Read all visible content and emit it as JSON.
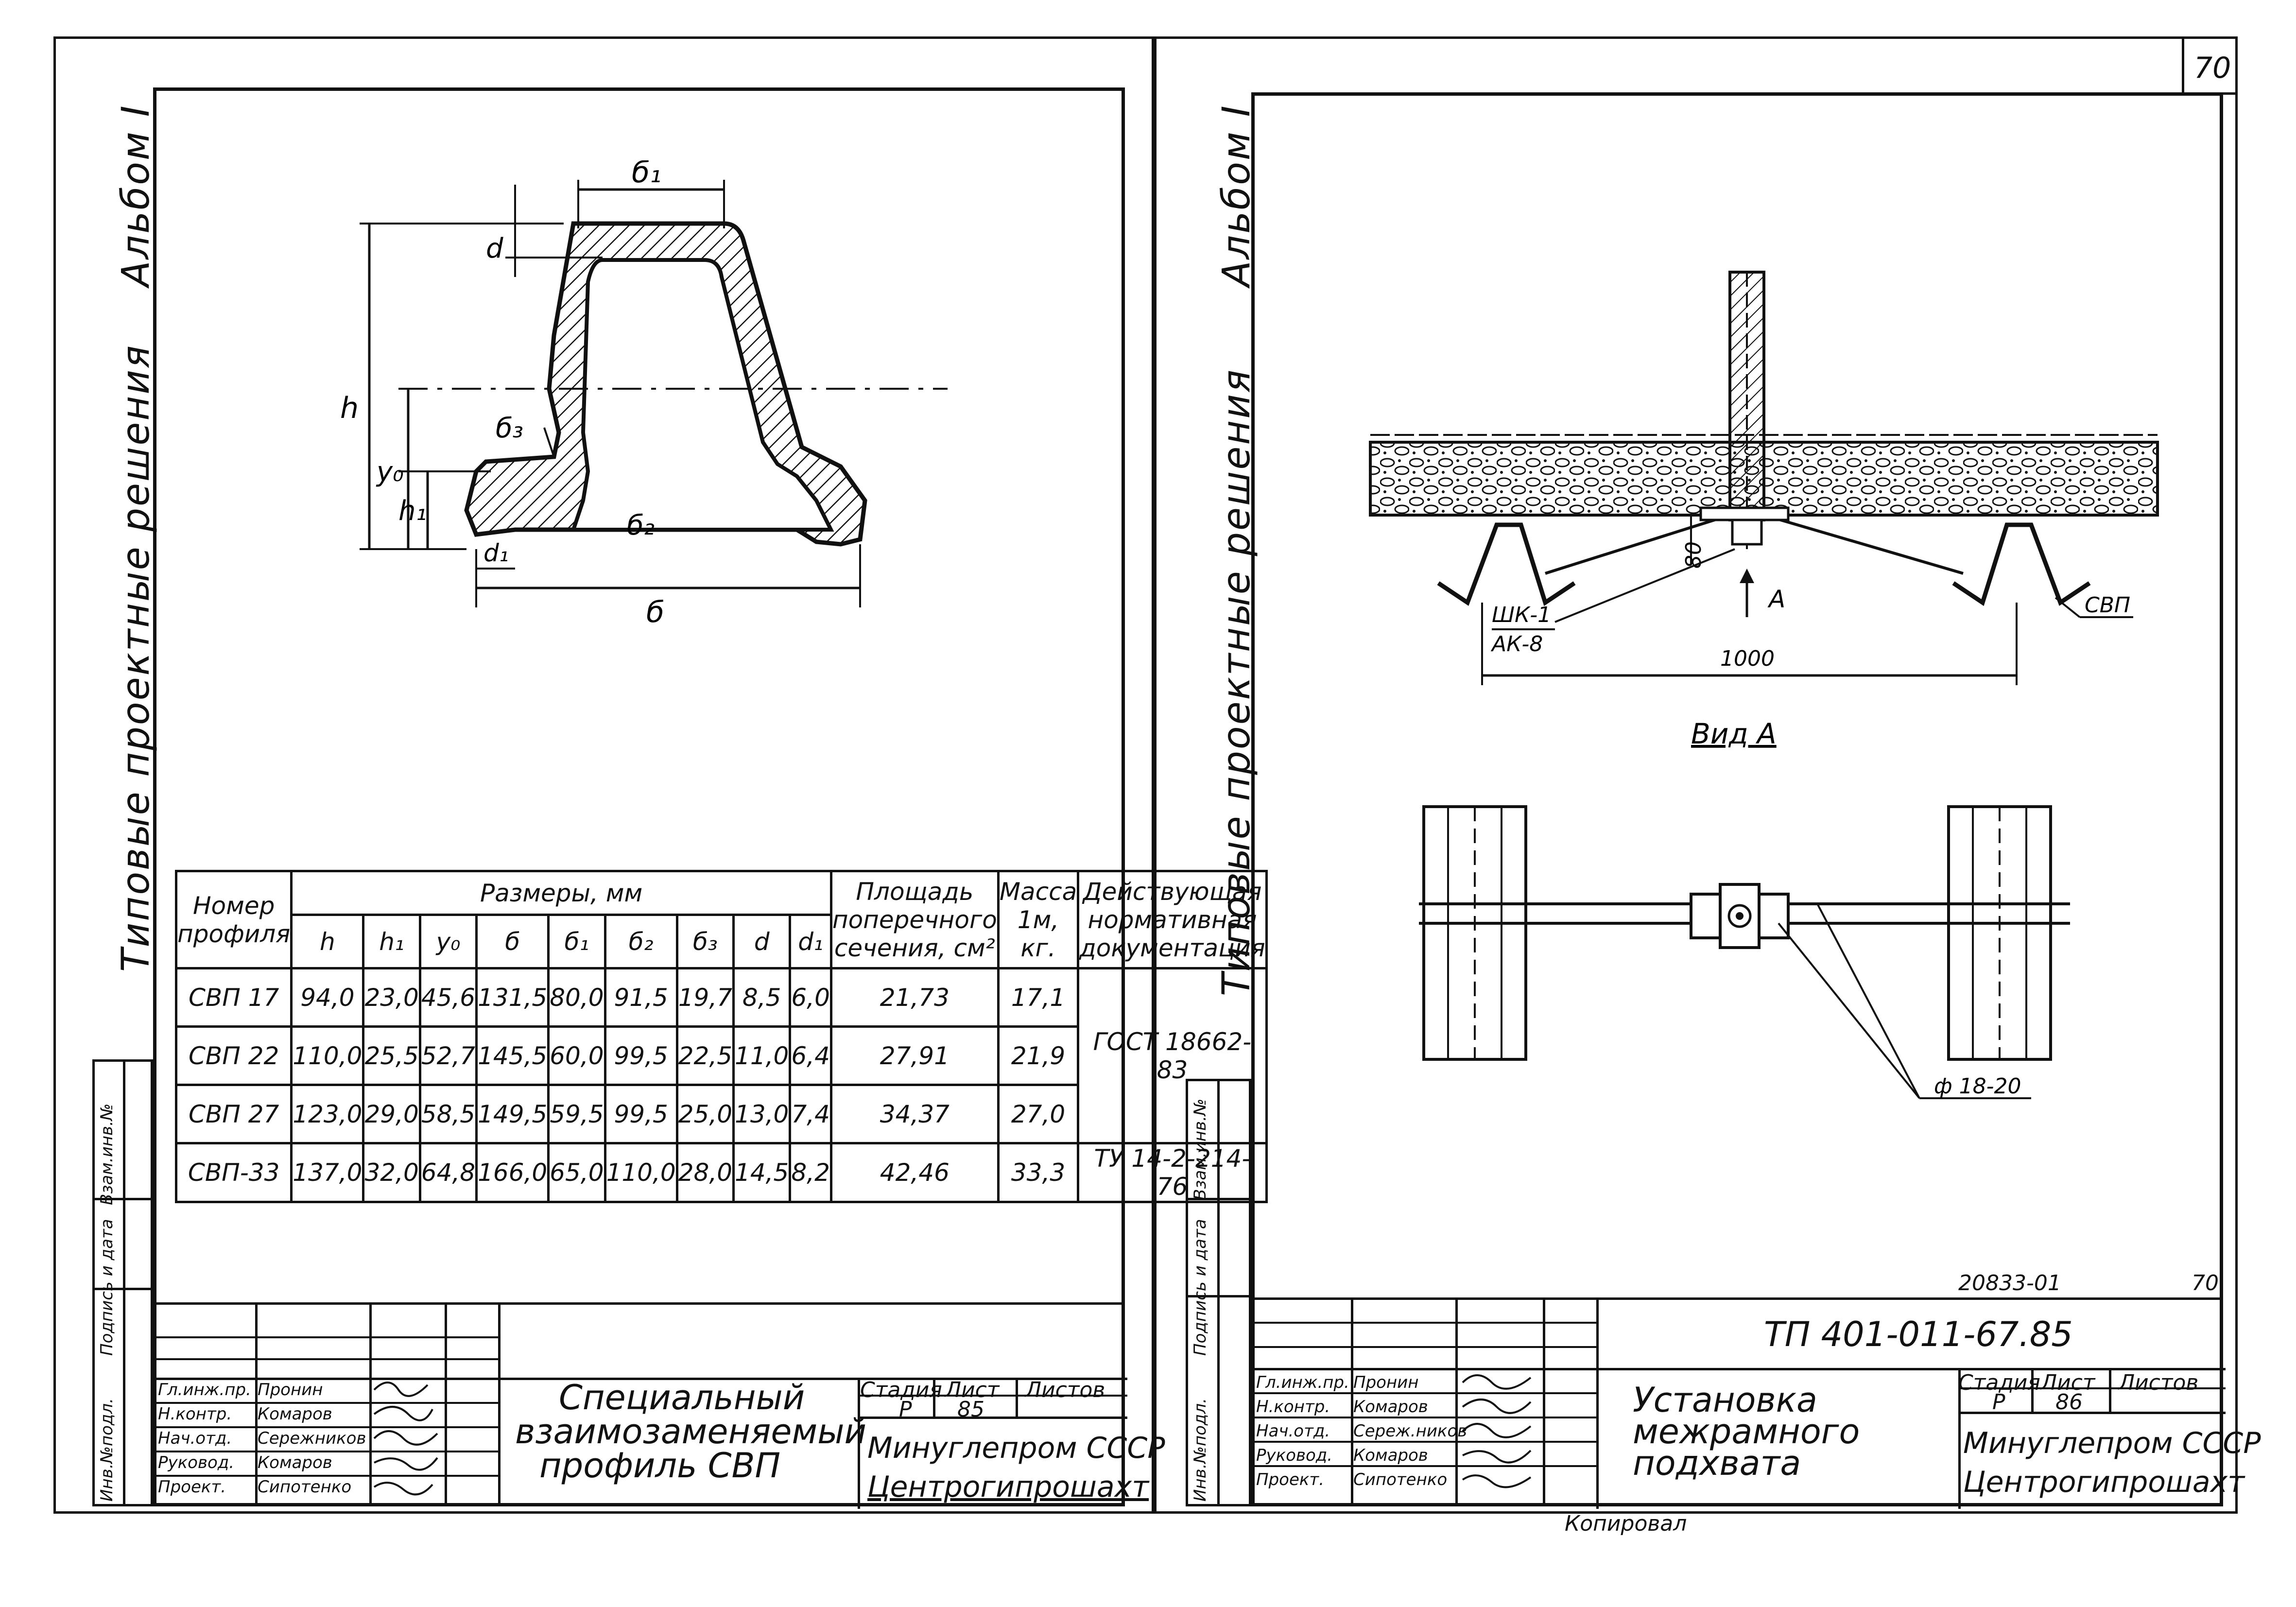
{
  "page_number_top": "70",
  "left_sheet": {
    "album": "Альбом I",
    "series": "Типовые проектные решения",
    "side_stamp": [
      "Инв.№подл.",
      "Подпись и дата",
      "Взам.инв.№"
    ],
    "profile_labels": {
      "b1": "б₁",
      "d": "d",
      "h": "h",
      "y0": "y₀",
      "h1": "h₁",
      "b3": "б₃",
      "b2": "б₂",
      "d1": "d₁",
      "b": "б"
    },
    "table": {
      "header_profile": "Номер профиля",
      "header_dims": "Размеры, мм",
      "dim_cols": [
        "h",
        "h₁",
        "y₀",
        "б",
        "б₁",
        "б₂",
        "б₃",
        "d",
        "d₁"
      ],
      "header_area": "Площадь поперечного сечения, см²",
      "header_mass": "Масса 1м, кг.",
      "header_doc": "Действующая нормативная документация",
      "rows": [
        {
          "name": "СВП 17",
          "vals": [
            "94,0",
            "23,0",
            "45,6",
            "131,5",
            "80,0",
            "91,5",
            "19,7",
            "8,5",
            "6,0"
          ],
          "area": "21,73",
          "mass": "17,1"
        },
        {
          "name": "СВП 22",
          "vals": [
            "110,0",
            "25,5",
            "52,7",
            "145,5",
            "60,0",
            "99,5",
            "22,5",
            "11,0",
            "6,4"
          ],
          "area": "27,91",
          "mass": "21,9"
        },
        {
          "name": "СВП 27",
          "vals": [
            "123,0",
            "29,0",
            "58,5",
            "149,5",
            "59,5",
            "99,5",
            "25,0",
            "13,0",
            "7,4"
          ],
          "area": "34,37",
          "mass": "27,0"
        },
        {
          "name": "СВП-33",
          "vals": [
            "137,0",
            "32,0",
            "64,8",
            "166,0",
            "65,0",
            "110,0",
            "28,0",
            "14,5",
            "8,2"
          ],
          "area": "42,46",
          "mass": "33,3"
        }
      ],
      "doc_1": "ГОСТ 18662-83",
      "doc_2": "ТУ 14-2-214-76"
    },
    "title_block": {
      "roles": [
        "Гл.инж.пр.",
        "Н.контр.",
        "Нач.отд.",
        "Руковод.",
        "Проект."
      ],
      "names": [
        "Пронин",
        "Комаров",
        "Сережников",
        "Комаров",
        "Сипотенко"
      ],
      "title": [
        "Специальный",
        "взаимозаменяемый",
        "профиль СВП"
      ],
      "stage_label": "Стадия",
      "sheet_label": "Лист",
      "sheets_label": "Листов",
      "stage": "Р",
      "sheet": "85",
      "org1": "Минуглепром СССР",
      "org2": "Центрогипрошахт"
    }
  },
  "right_sheet": {
    "album": "Альбом I",
    "series": "Типовые проектные решения",
    "side_stamp": [
      "Инв.№подл.",
      "Подпись и дата",
      "Взам.инв.№"
    ],
    "drawing": {
      "dim_80": "80",
      "label_a": "А",
      "label_shk": "ШК-1",
      "label_ak": "АК-8",
      "label_svp": "СВП",
      "dim_1000": "1000",
      "view_label": "Вид А",
      "rod_label": "ф 18-20"
    },
    "doc_code": "20833-01",
    "doc_page": "70",
    "project_code": "ТП 401-011-67.85",
    "title_block": {
      "roles": [
        "Гл.инж.пр.",
        "Н.контр.",
        "Нач.отд.",
        "Руковод.",
        "Проект."
      ],
      "names": [
        "Пронин",
        "Комаров",
        "Сереж.ников",
        "Комаров",
        "Сипотенко"
      ],
      "title": [
        "Установка",
        "межрамного",
        "подхвата"
      ],
      "stage_label": "Стадия",
      "sheet_label": "Лист",
      "sheets_label": "Листов",
      "stage": "Р",
      "sheet": "86",
      "org1": "Минуглепром СССР",
      "org2": "Центрогипрошахт"
    },
    "bottom_stamp": "Копировал"
  }
}
